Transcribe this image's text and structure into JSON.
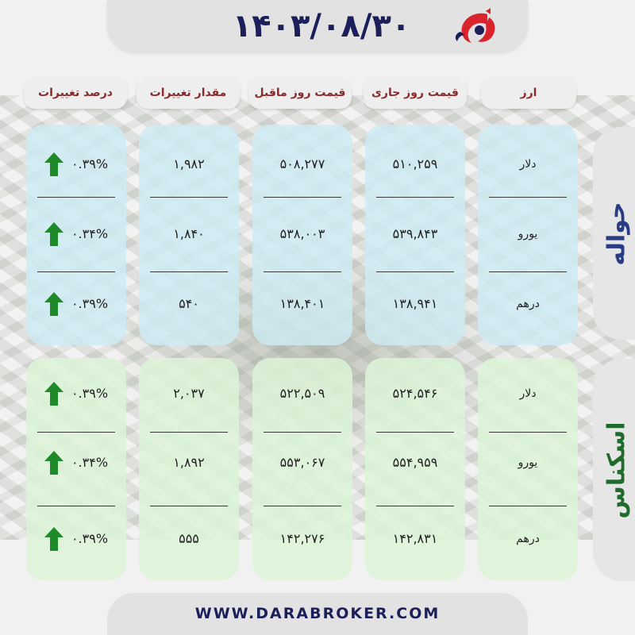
{
  "header": {
    "date": "۱۴۰۳/۰۸/۳۰",
    "logo_icon": "rooster-logo-icon"
  },
  "columns": {
    "currency": "ارز",
    "current_price": "قیمت روز جاری",
    "previous_price": "قیمت روز ماقبل",
    "change_amount": "مقدار تغییرات",
    "change_percent": "درصد تغییرات"
  },
  "sections": {
    "havale": {
      "label": "حواله",
      "rows": [
        {
          "currency": "دلار",
          "current": "۵۱۰,۲۵۹",
          "previous": "۵۰۸,۲۷۷",
          "change": "۱,۹۸۲",
          "percent": "۰.۳۹%"
        },
        {
          "currency": "یورو",
          "current": "۵۳۹,۸۴۳",
          "previous": "۵۳۸,۰۰۳",
          "change": "۱,۸۴۰",
          "percent": "۰.۳۴%"
        },
        {
          "currency": "درهم",
          "current": "۱۳۸,۹۴۱",
          "previous": "۱۳۸,۴۰۱",
          "change": "۵۴۰",
          "percent": "۰.۳۹%"
        }
      ]
    },
    "eskenas": {
      "label": "اسکناس",
      "rows": [
        {
          "currency": "دلار",
          "current": "۵۲۴,۵۴۶",
          "previous": "۵۲۲,۵۰۹",
          "change": "۲,۰۳۷",
          "percent": "۰.۳۹%"
        },
        {
          "currency": "یورو",
          "current": "۵۵۴,۹۵۹",
          "previous": "۵۵۳,۰۶۷",
          "change": "۱,۸۹۲",
          "percent": "۰.۳۴%"
        },
        {
          "currency": "درهم",
          "current": "۱۴۲,۸۳۱",
          "previous": "۱۴۲,۲۷۶",
          "change": "۵۵۵",
          "percent": "۰.۳۹%"
        }
      ]
    }
  },
  "colors": {
    "up_arrow": "#1f8a2a",
    "havale_bg": "#cdebf4",
    "eskenas_bg": "#dcf5d7",
    "title": "#1c1f5a"
  },
  "footer": {
    "website": "WWW.DARABROKER.COM"
  }
}
